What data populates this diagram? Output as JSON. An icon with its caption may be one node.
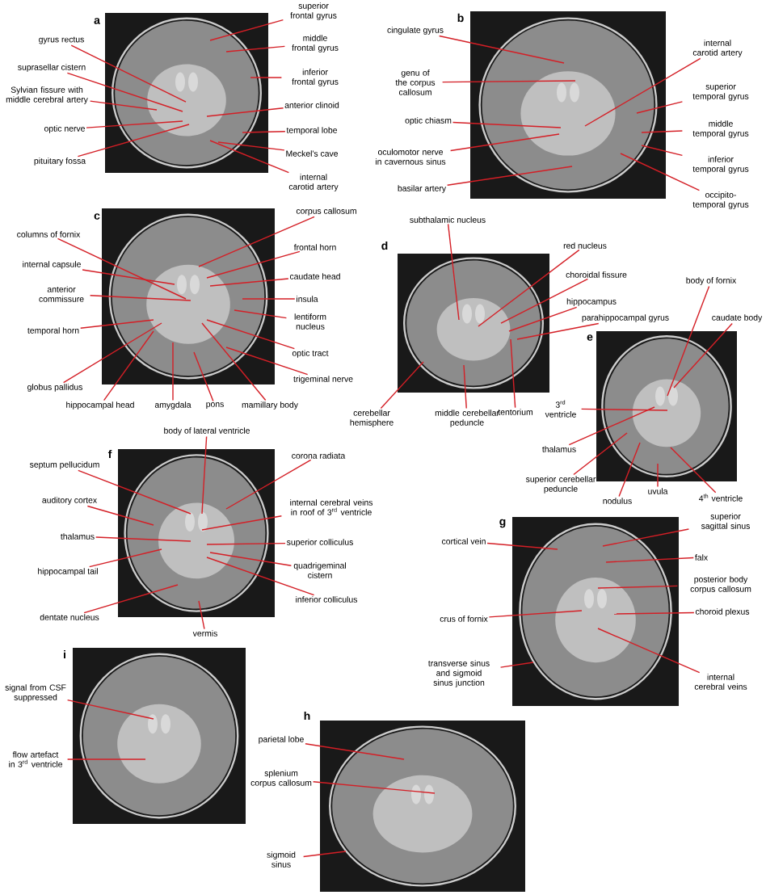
{
  "diagram": {
    "nodes": [
      {
        "text": [
          "gyrus rectus"
        ]
      },
      {
        "text": [
          "suprasellar cistern"
        ]
      },
      {
        "text": [
          "Sylvian fissure with middle cerebral artery"
        ]
      },
      {
        "text": [
          "optic nerve"
        ]
      },
      {
        "text": [
          "pituitary fossa"
        ]
      },
      {
        "text": [
          "superior frontal gyrus"
        ]
      },
      {
        "text": [
          "middle frontal gyrus"
        ]
      },
      {
        "text": [
          "inferior frontal gyrus"
        ]
      },
      {
        "text": [
          "anterior clinoid"
        ]
      },
      {
        "text": [
          "temporal lobe"
        ]
      },
      {
        "text": [
          "Meckel's cave"
        ]
      },
      {
        "text": [
          "internal carotid artery"
        ]
      },
      {
        "text": [
          "cingulate gyrus"
        ]
      },
      {
        "text": [
          "genu of the corpus callosum"
        ]
      },
      {
        "text": [
          "optic chiasm"
        ]
      },
      {
        "text": [
          "oculomotor nerve in cavernous sinus"
        ]
      },
      {
        "text": [
          "basilar artery"
        ]
      },
      {
        "text": [
          "internal carotid artery"
        ]
      },
      {
        "text": [
          "superior temporal gyrus"
        ]
      },
      {
        "text": [
          "middle temporal gyrus"
        ]
      },
      {
        "text": [
          "inferior temporal gyrus"
        ]
      },
      {
        "text": [
          "occipito-temporal gyrus"
        ]
      },
      {
        "text": [
          "columns of fornix"
        ]
      },
      {
        "text": [
          "internal capsule"
        ]
      },
      {
        "text": [
          "anterior commissure"
        ]
      },
      {
        "text": [
          "temporal horn"
        ]
      },
      {
        "text": [
          "globus pallidus"
        ]
      },
      {
        "text": [
          "hippocampal head"
        ]
      },
      {
        "text": [
          "amygdala"
        ]
      },
      {
        "text": [
          "pons"
        ]
      },
      {
        "text": [
          "mamillary body"
        ]
      },
      {
        "text": [
          "corpus callosum"
        ]
      },
      {
        "text": [
          "frontal horn"
        ]
      },
      {
        "text": [
          "caudate head"
        ]
      },
      {
        "text": [
          "insula"
        ]
      },
      {
        "text": [
          "lentiform nucleus"
        ]
      },
      {
        "text": [
          "optic tract"
        ]
      },
      {
        "text": [
          "trigeminal nerve"
        ]
      },
      {
        "text": [
          "subthalamic nucleus"
        ]
      },
      {
        "text": [
          "red nucleus"
        ]
      },
      {
        "text": [
          "choroidal fissure"
        ]
      },
      {
        "text": [
          "hippocampus"
        ]
      },
      {
        "text": [
          "parahippocampal gyrus"
        ]
      },
      {
        "text": [
          "cerebellar hemisphere"
        ]
      },
      {
        "text": [
          "middle cerebellar peduncle"
        ]
      },
      {
        "text": [
          "tentorium"
        ]
      },
      {
        "text": [
          "body of fornix"
        ]
      },
      {
        "text": [
          "caudate body"
        ]
      },
      {
        "text": [
          "3$^{rd}$ ventricle"
        ]
      },
      {
        "text": [
          "thalamus"
        ]
      },
      {
        "text": [
          "superior cerebellar peduncle"
        ]
      },
      {
        "text": [
          "uvula"
        ]
      },
      {
        "text": [
          "nodulus"
        ]
      },
      {
        "text": [
          "4$^{th}$ ventricle"
        ]
      },
      {
        "text": [
          "body of lateral ventricle"
        ]
      },
      {
        "text": [
          "septum pellucidum"
        ]
      },
      {
        "text": [
          "auditory cortex"
        ]
      },
      {
        "text": [
          "thalamus"
        ]
      },
      {
        "text": [
          "hippocampal tail"
        ]
      },
      {
        "text": [
          "dentate nucleus"
        ]
      },
      {
        "text": [
          "vermis"
        ]
      },
      {
        "text": [
          "corona radiata"
        ]
      },
      {
        "text": [
          "internal cerebral veins in roof of 3$^{rd}$ ventricle"
        ]
      },
      {
        "text": [
          "superior colliculus"
        ]
      },
      {
        "text": [
          "quadrigeminal cistern"
        ]
      },
      {
        "text": [
          "inferior colliculus"
        ]
      },
      {
        "text": [
          "superior sagittal sinus"
        ]
      },
      {
        "text": [
          "cortical vein"
        ]
      },
      {
        "text": [
          "falx"
        ]
      },
      {
        "text": [
          "posterior body corpus callosum"
        ]
      },
      {
        "text": [
          "choroid plexus"
        ]
      },
      {
        "text": [
          "crus of fornix"
        ]
      },
      {
        "text": [
          "transverse sinus and sigmoid sinus junction"
        ]
      },
      {
        "text": [
          "internal cerebral veins"
        ]
      },
      {
        "text": [
          "signal from CSF suppressed"
        ]
      },
      {
        "text": [
          "flow artefact in 3$^{rd}$ ventricle"
        ]
      },
      {
        "text": [
          "parietal lobe"
        ]
      },
      {
        "text": [
          "splenium corpus callosum"
        ]
      },
      {
        "text": [
          "sigmoid sinus"
        ]
      }
    ],
    "edges": [
      {
        "from": 0,
        "to": null,
        "arrow": "none"
      },
      {
        "from": 1,
        "to": null,
        "arrow": "none"
      },
      {
        "from": 2,
        "to": null,
        "arrow": "none"
      },
      {
        "from": 3,
        "to": null,
        "arrow": "none"
      },
      {
        "from": 4,
        "to": null,
        "arrow": "none"
      },
      {
        "from": 5,
        "to": null,
        "arrow": "none"
      },
      {
        "from": 6,
        "to": null,
        "arrow": "none"
      },
      {
        "from": 7,
        "to": null,
        "arrow": "none"
      },
      {
        "from": 8,
        "to": null,
        "arrow": "none"
      },
      {
        "from": 9,
        "to": null,
        "arrow": "none"
      },
      {
        "from": 10,
        "to": null,
        "arrow": "none"
      },
      {
        "from": 11,
        "to": null,
        "arrow": "none"
      },
      {
        "from": 12,
        "to": null,
        "arrow": "none"
      },
      {
        "from": 13,
        "to": null,
        "arrow": "none"
      },
      {
        "from": 14,
        "to": null,
        "arrow": "none"
      },
      {
        "from": 15,
        "to": null,
        "arrow": "none"
      },
      {
        "from": 16,
        "to": null,
        "arrow": "none"
      },
      {
        "from": 17,
        "to": null,
        "arrow": "none"
      },
      {
        "from": 18,
        "to": null,
        "arrow": "none"
      },
      {
        "from": 19,
        "to": null,
        "arrow": "none"
      },
      {
        "from": 20,
        "to": null,
        "arrow": "none"
      },
      {
        "from": 21,
        "to": null,
        "arrow": "none"
      },
      {
        "from": 22,
        "to": null,
        "arrow": "none"
      },
      {
        "from": 23,
        "to": null,
        "arrow": "none"
      },
      {
        "from": 24,
        "to": null,
        "arrow": "none"
      },
      {
        "from": 25,
        "to": null,
        "arrow": "none"
      },
      {
        "from": 26,
        "to": null,
        "arrow": "none"
      },
      {
        "from": 27,
        "to": null,
        "arrow": "none"
      },
      {
        "from": 28,
        "to": null,
        "arrow": "none"
      },
      {
        "from": 29,
        "to": null,
        "arrow": "none"
      },
      {
        "from": 30,
        "to": null,
        "arrow": "none"
      },
      {
        "from": 31,
        "to": null,
        "arrow": "none"
      },
      {
        "from": 32,
        "to": null,
        "arrow": "none"
      },
      {
        "from": 33,
        "to": null,
        "arrow": "none"
      },
      {
        "from": 34,
        "to": null,
        "arrow": "none"
      },
      {
        "from": 35,
        "to": null,
        "arrow": "none"
      },
      {
        "from": 36,
        "to": null,
        "arrow": "none"
      },
      {
        "from": 37,
        "to": null,
        "arrow": "none"
      },
      {
        "from": 38,
        "to": null,
        "arrow": "none"
      },
      {
        "from": 39,
        "to": null,
        "arrow": "none"
      },
      {
        "from": 40,
        "to": null,
        "arrow": "none"
      },
      {
        "from": 41,
        "to": null,
        "arrow": "none"
      },
      {
        "from": 42,
        "to": null,
        "arrow": "none"
      },
      {
        "from": 43,
        "to": null,
        "arrow": "none"
      },
      {
        "from": 44,
        "to": null,
        "arrow": "none"
      },
      {
        "from": 45,
        "to": null,
        "arrow": "none"
      },
      {
        "from": 46,
        "to": null,
        "arrow": "none"
      },
      {
        "from": 47,
        "to": null,
        "arrow": "none"
      },
      {
        "from": 48,
        "to": null,
        "arrow": "none"
      },
      {
        "from": 49,
        "to": null,
        "arrow": "none"
      },
      {
        "from": 50,
        "to": null,
        "arrow": "none"
      },
      {
        "from": 51,
        "to": null,
        "arrow": "none"
      },
      {
        "from": 52,
        "to": null,
        "arrow": "none"
      },
      {
        "from": 53,
        "to": null,
        "arrow": "none"
      },
      {
        "from": 54,
        "to": null,
        "arrow": "none"
      },
      {
        "from": 55,
        "to": null,
        "arrow": "none"
      },
      {
        "from": 56,
        "to": null,
        "arrow": "none"
      },
      {
        "from": 57,
        "to": null,
        "arrow": "none"
      },
      {
        "from": 58,
        "to": null,
        "arrow": "none"
      },
      {
        "from": 59,
        "to": null,
        "arrow": "none"
      },
      {
        "from": 60,
        "to": null,
        "arrow": "none"
      },
      {
        "from": 61,
        "to": null,
        "arrow": "none"
      },
      {
        "from": 62,
        "to": null,
        "arrow": "none"
      },
      {
        "from": 63,
        "to": null,
        "arrow": "none"
      },
      {
        "from": 64,
        "to": null,
        "arrow": "none"
      },
      {
        "from": 65,
        "to": null,
        "arrow": "none"
      },
      {
        "from": 66,
        "to": null,
        "arrow": "none"
      },
      {
        "from": 67,
        "to": null,
        "arrow": "none"
      },
      {
        "from": 68,
        "to": null,
        "arrow": "none"
      },
      {
        "from": 69,
        "to": null,
        "arrow": "none"
      },
      {
        "from": 70,
        "to": null,
        "arrow": "none"
      },
      {
        "from": 71,
        "to": null,
        "arrow": "none"
      },
      {
        "from": 72,
        "to": null,
        "arrow": "none"
      },
      {
        "from": 73,
        "to": null,
        "arrow": "none"
      },
      {
        "from": 74,
        "to": null,
        "arrow": "none"
      },
      {
        "from": 75,
        "to": null,
        "arrow": "none"
      },
      {
        "from": 76,
        "to": null,
        "arrow": "none"
      },
      {
        "from": 77,
        "to": null,
        "arrow": "none"
      },
      {
        "from": 78,
        "to": null,
        "arrow": "none"
      }
    ],
    "labels": [
      "a",
      "b",
      "c",
      "d",
      "e",
      "f",
      "g",
      "i",
      "h"
    ]
  }
}
